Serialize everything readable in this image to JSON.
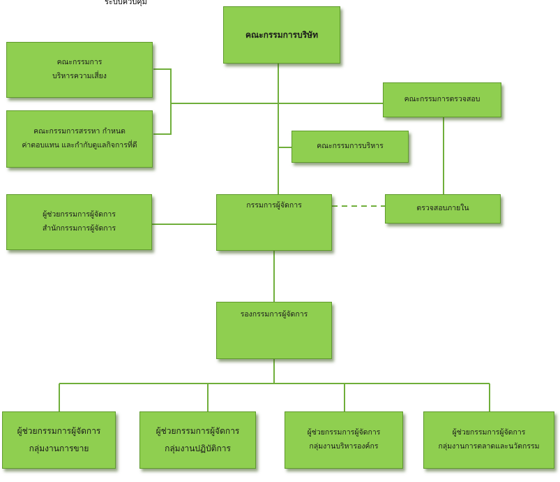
{
  "header_fragment": "ระบบควบคุม",
  "nodes": {
    "board": "คณะกรรมการบริษัท",
    "risk": [
      "คณะกรรมการ",
      "บริหารความเสี่ยง"
    ],
    "nomination": [
      "คณะกรรมการสรรหา กำหนด",
      "ค่าตอบแทน และกำกับดูแลกิจการที่ดี"
    ],
    "audit": "คณะกรรมการตรวจสอบ",
    "executive": "คณะกรรมการบริหาร",
    "md_office_asst": [
      "ผู้ช่วยกรรมการผู้จัดการ",
      "สำนักกรรมการผู้จัดการ"
    ],
    "md": "กรรมการผู้จัดการ",
    "internal_audit": "ตรวจสอบภายใน",
    "deputy_md": "รองกรรมการผู้จัดการ",
    "asst_sales": [
      "ผู้ช่วยกรรมการผู้จัดการ",
      "กลุ่มงานการขาย"
    ],
    "asst_ops": [
      "ผู้ช่วยกรรมการผู้จัดการ",
      "กลุ่มงานปฏิบัติการ"
    ],
    "asst_admin": [
      "ผู้ช่วยกรรมการผู้จัดการ",
      "กลุ่มงานบริหารองค์กร"
    ],
    "asst_marketing": [
      "ผู้ช่วยกรรมการผู้จัดการ",
      "กลุ่มงานการตลาดและนวัตกรรม"
    ]
  },
  "colors": {
    "box_fill": "#8fcf50",
    "box_border": "#5f9a2c",
    "connector": "#6fae3a"
  }
}
